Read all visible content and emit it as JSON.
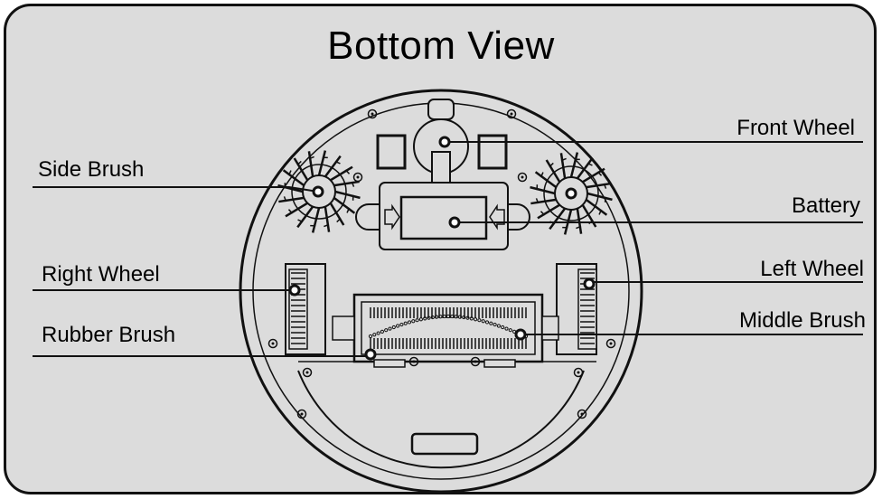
{
  "title": "Bottom View",
  "labels": {
    "side_brush": "Side Brush",
    "right_wheel": "Right Wheel",
    "rubber_brush": "Rubber Brush",
    "front_wheel": "Front Wheel",
    "battery": "Battery",
    "left_wheel": "Left Wheel",
    "middle_brush": "Middle Brush"
  },
  "colors": {
    "panel": "#dcdcdc",
    "ink": "#111111"
  }
}
